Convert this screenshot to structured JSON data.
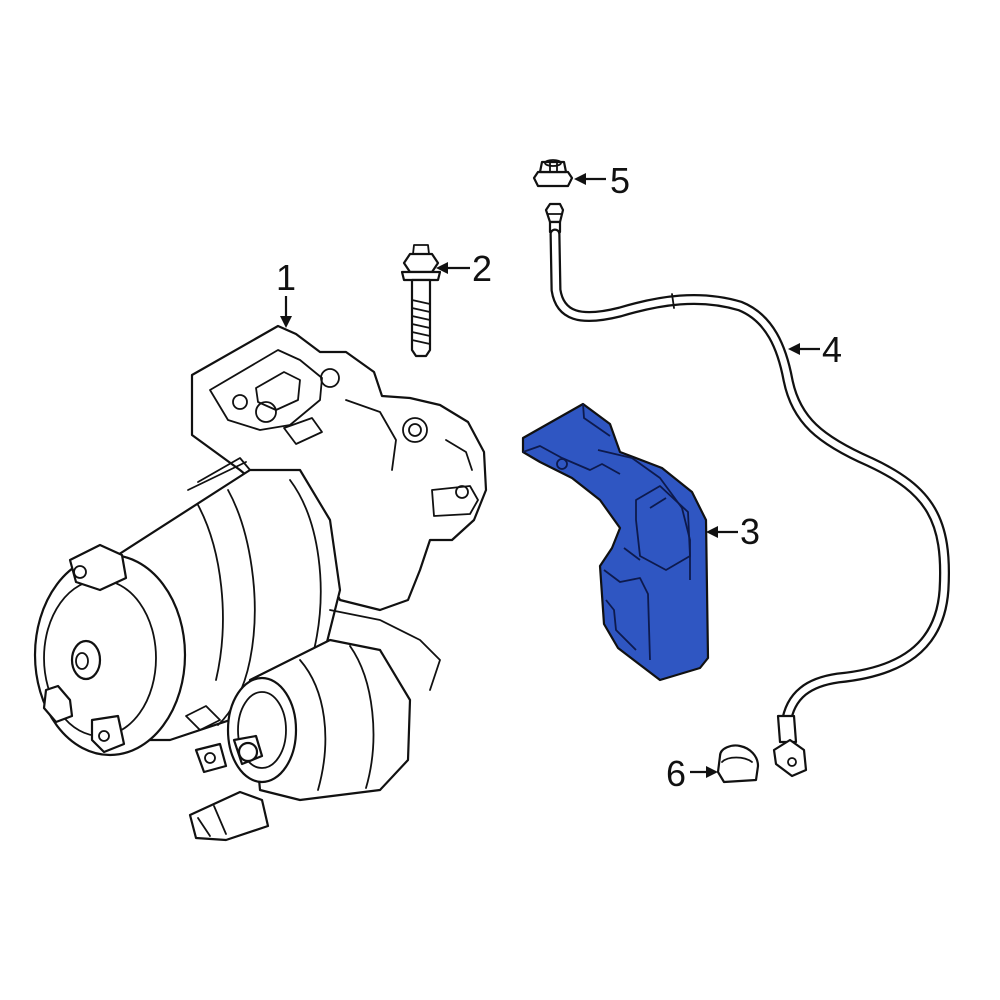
{
  "colors": {
    "background": "#ffffff",
    "line": "#111111",
    "highlight": "#2f56c2"
  },
  "callouts": [
    {
      "id": "1",
      "text": "1"
    },
    {
      "id": "2",
      "text": "2"
    },
    {
      "id": "3",
      "text": "3"
    },
    {
      "id": "4",
      "text": "4"
    },
    {
      "id": "5",
      "text": "5"
    },
    {
      "id": "6",
      "text": "6"
    }
  ],
  "highlighted_part": "3"
}
